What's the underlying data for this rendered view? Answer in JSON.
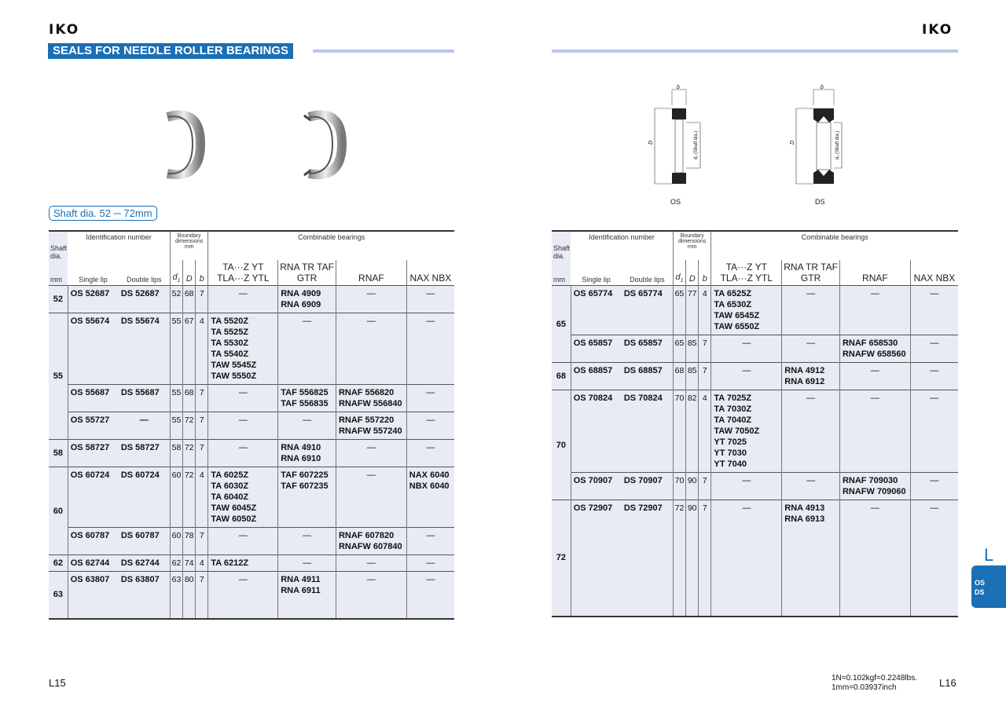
{
  "brand": "IKO",
  "section_title": "SEALS FOR NEEDLE ROLLER BEARINGS",
  "shaft_range_label": "Shaft dia. 52 ─ 72mm",
  "figure_labels": {
    "os": "OS",
    "ds": "DS",
    "b": "b",
    "D": "D",
    "d1": "d₁ (Shaft dia.)"
  },
  "headers": {
    "shaft": "Shaft dia.",
    "mm": "mm",
    "identification": "Identification number",
    "single_lip": "Single lip",
    "double_lips": "Double lips",
    "boundary": "Boundary dimensions  mm",
    "d1": "d",
    "d1_sub": "1",
    "D": "D",
    "b": "b",
    "combinable": "Combinable bearings",
    "col_ta": "TA···Z  YT TLA···Z YTL",
    "col_rna": "RNA  TR TAF  GTR",
    "col_rnaf": "RNAF",
    "col_nax": "NAX NBX"
  },
  "dash": "―",
  "left_rows": [
    {
      "shaft": "52",
      "items": [
        {
          "single": "OS 52687",
          "double": "DS 52687",
          "d1": "52",
          "D": "68",
          "b": "7",
          "ta": [],
          "rna": [
            "RNA    4909",
            "RNA    6909"
          ],
          "rnaf": [],
          "nax": []
        }
      ]
    },
    {
      "shaft": "55",
      "items": [
        {
          "single": "OS 55674",
          "double": "DS 55674",
          "d1": "55",
          "D": "67",
          "b": "4",
          "ta": [
            "TA      5520Z",
            "TA      5525Z",
            "TA      5530Z",
            "TA      5540Z",
            "TAW 5545Z",
            "TAW 5550Z"
          ],
          "rna": [],
          "rnaf": [],
          "nax": []
        },
        {
          "single": "OS 55687",
          "double": "DS 55687",
          "d1": "55",
          "D": "68",
          "b": "7",
          "ta": [],
          "rna": [
            "TAF  556825",
            "TAF  556835"
          ],
          "rnaf": [
            "RNAF    556820",
            "RNAFW 556840"
          ],
          "nax": []
        },
        {
          "single": "OS 55727",
          "double": "",
          "d1": "55",
          "D": "72",
          "b": "7",
          "ta": [],
          "rna": [],
          "rnaf": [
            "RNAF    557220",
            "RNAFW 557240"
          ],
          "nax": []
        }
      ]
    },
    {
      "shaft": "58",
      "items": [
        {
          "single": "OS 58727",
          "double": "DS 58727",
          "d1": "58",
          "D": "72",
          "b": "7",
          "ta": [],
          "rna": [
            "RNA    4910",
            "RNA    6910"
          ],
          "rnaf": [],
          "nax": []
        }
      ]
    },
    {
      "shaft": "60",
      "items": [
        {
          "single": "OS 60724",
          "double": "DS 60724",
          "d1": "60",
          "D": "72",
          "b": "4",
          "ta": [
            "TA      6025Z",
            "TA      6030Z",
            "TA      6040Z",
            "TAW 6045Z",
            "TAW 6050Z"
          ],
          "rna": [
            "TAF  607225",
            "TAF  607235"
          ],
          "rnaf": [],
          "nax": [
            "NAX 6040",
            "NBX 6040"
          ]
        },
        {
          "single": "OS 60787",
          "double": "DS 60787",
          "d1": "60",
          "D": "78",
          "b": "7",
          "ta": [],
          "rna": [],
          "rnaf": [
            "RNAF    607820",
            "RNAFW 607840"
          ],
          "nax": []
        }
      ]
    },
    {
      "shaft": "62",
      "items": [
        {
          "single": "OS 62744",
          "double": "DS 62744",
          "d1": "62",
          "D": "74",
          "b": "4",
          "ta": [
            "TA      6212Z"
          ],
          "rna": [],
          "rnaf": [],
          "nax": []
        }
      ]
    },
    {
      "shaft": "63",
      "items": [
        {
          "single": "OS 63807",
          "double": "DS 63807",
          "d1": "63",
          "D": "80",
          "b": "7",
          "ta": [],
          "rna": [
            "RNA    4911",
            "RNA    6911"
          ],
          "rnaf": [],
          "nax": []
        }
      ]
    }
  ],
  "right_rows": [
    {
      "shaft": "65",
      "items": [
        {
          "single": "OS 65774",
          "double": "DS 65774",
          "d1": "65",
          "D": "77",
          "b": "4",
          "ta": [
            "TA      6525Z",
            "TA      6530Z",
            "TAW 6545Z",
            "TAW 6550Z"
          ],
          "rna": [],
          "rnaf": [],
          "nax": []
        },
        {
          "single": "OS 65857",
          "double": "DS 65857",
          "d1": "65",
          "D": "85",
          "b": "7",
          "ta": [],
          "rna": [],
          "rnaf": [
            "RNAF    658530",
            "RNAFW 658560"
          ],
          "nax": []
        }
      ]
    },
    {
      "shaft": "68",
      "items": [
        {
          "single": "OS 68857",
          "double": "DS 68857",
          "d1": "68",
          "D": "85",
          "b": "7",
          "ta": [],
          "rna": [
            "RNA    4912",
            "RNA    6912"
          ],
          "rnaf": [],
          "nax": []
        }
      ]
    },
    {
      "shaft": "70",
      "items": [
        {
          "single": "OS 70824",
          "double": "DS 70824",
          "d1": "70",
          "D": "82",
          "b": "4",
          "ta": [
            "TA      7025Z",
            "TA      7030Z",
            "TA      7040Z",
            "TAW 7050Z",
            "YT      7025",
            "YT      7030",
            "YT      7040"
          ],
          "rna": [],
          "rnaf": [],
          "nax": []
        },
        {
          "single": "OS 70907",
          "double": "DS 70907",
          "d1": "70",
          "D": "90",
          "b": "7",
          "ta": [],
          "rna": [],
          "rnaf": [
            "RNAF    709030",
            "RNAFW 709060"
          ],
          "nax": []
        }
      ]
    },
    {
      "shaft": "72",
      "items": [
        {
          "single": "OS 72907",
          "double": "DS 72907",
          "d1": "72",
          "D": "90",
          "b": "7",
          "ta": [],
          "rna": [
            "RNA    4913",
            "RNA    6913"
          ],
          "rnaf": [],
          "nax": []
        }
      ]
    }
  ],
  "page_left": "L15",
  "page_right": "L16",
  "unit_note_1": "1N=0.102kgf=0.2248lbs.",
  "unit_note_2": "1mm=0.03937inch",
  "side_tab_letter": "L",
  "side_tab_1": "OS",
  "side_tab_2": "DS"
}
